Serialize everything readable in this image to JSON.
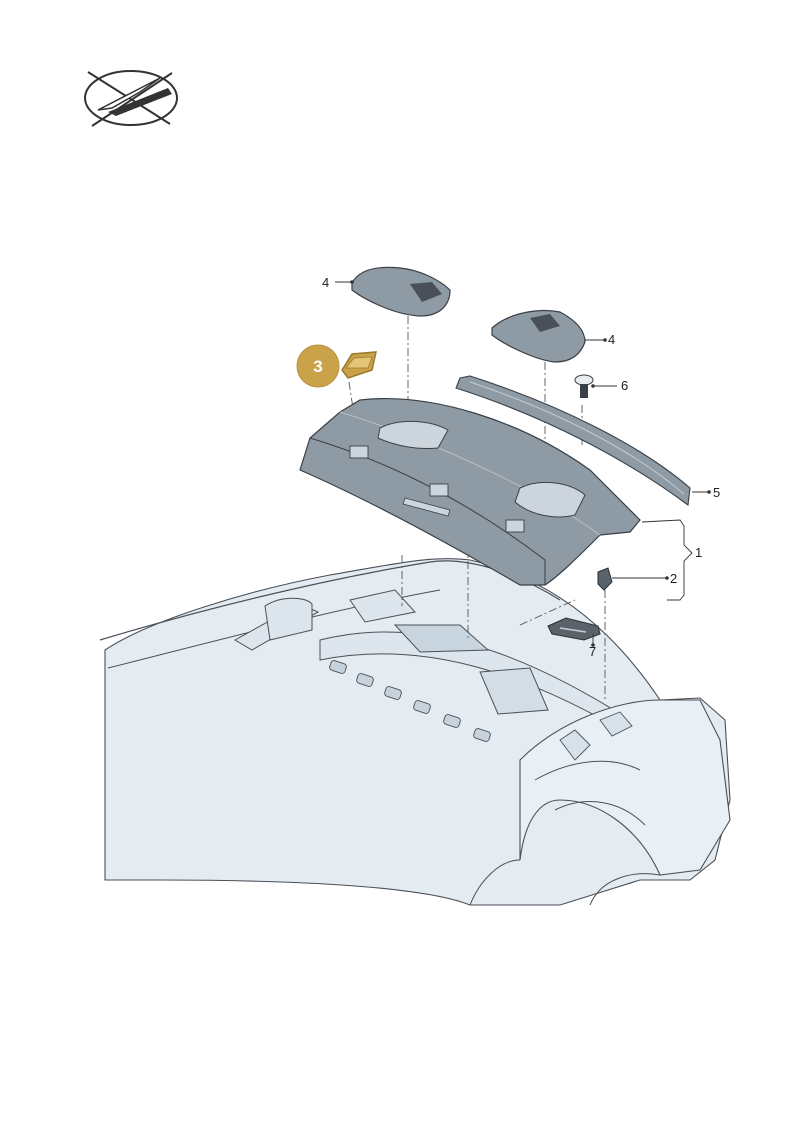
{
  "logo": {
    "icon": "hand-with-wrench-logo"
  },
  "colors": {
    "highlight": "#C9A24A",
    "highlight_stroke": "#9C7A2E",
    "part_fill": "#8E9AA4",
    "body_fill": "#E4ECF2"
  },
  "callout": {
    "label": "3"
  },
  "parts": {
    "label_1": "1",
    "label_2": "2",
    "label_4a": "4",
    "label_4b": "4",
    "label_5": "5",
    "label_6": "6",
    "label_7": "7"
  }
}
